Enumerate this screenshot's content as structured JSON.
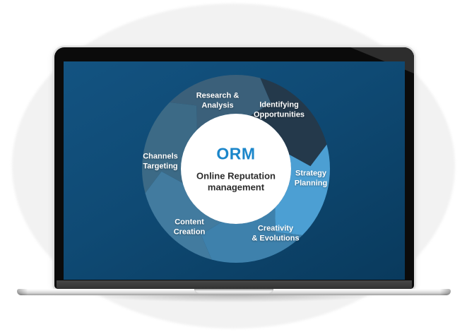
{
  "diagram": {
    "acronym": "ORM",
    "acronym_color": "#1b86ca",
    "title": "Online Reputation\nmanagement",
    "segments": [
      {
        "id": "research-analysis",
        "label": "Research &\nAnalysis",
        "color": "#3b607a"
      },
      {
        "id": "identifying-opportunities",
        "label": "Identifying\nOpportunities",
        "color": "#24394b"
      },
      {
        "id": "strategy-planning",
        "label": "Strategy\nPlanning",
        "color": "#4c9fd3"
      },
      {
        "id": "creativity-evolutions",
        "label": "Creativity\n& Evolutions",
        "color": "#3e81ac"
      },
      {
        "id": "content-creation",
        "label": "Content\nCreation",
        "color": "#427b9f"
      },
      {
        "id": "channels-targeting",
        "label": "Channels\nTargeting",
        "color": "#3c6a86"
      }
    ],
    "center_circle_color": "#ffffff"
  },
  "colors": {
    "screen_gradient_top": "#135381",
    "screen_gradient_bottom": "#093a5d",
    "background_ellipse": "#f2f2f2",
    "bezel": "#0b0b0b"
  }
}
